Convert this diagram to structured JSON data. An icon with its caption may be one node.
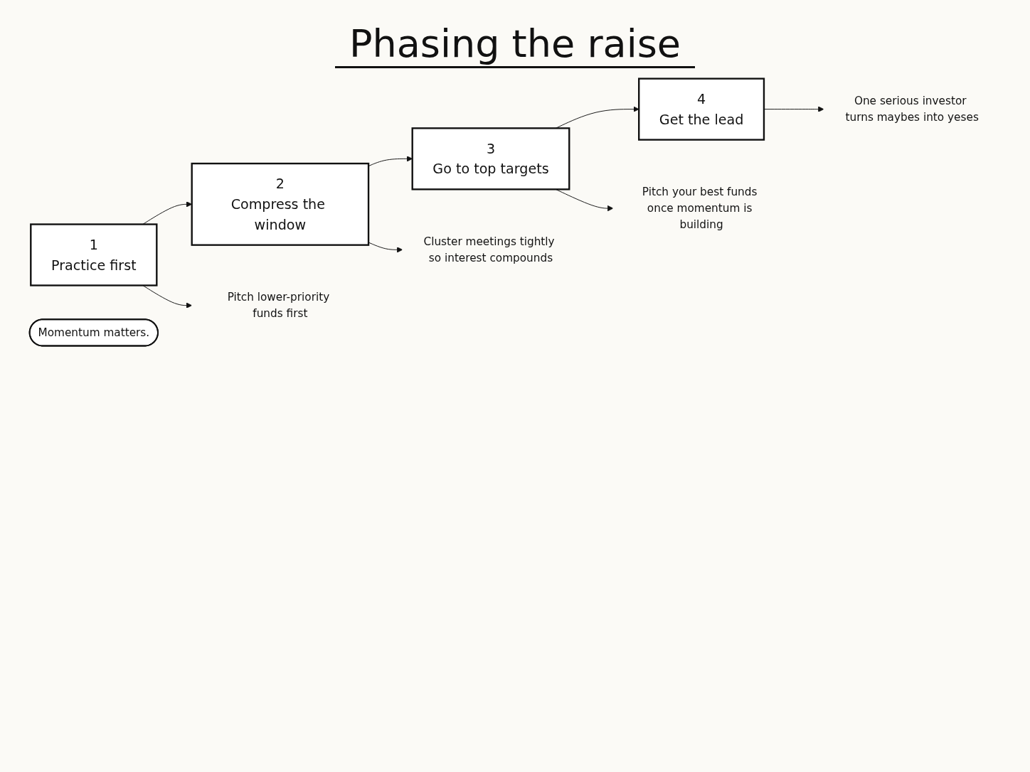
{
  "diagram": {
    "title": "Phasing the raise",
    "nodes": [
      {
        "text": [
          "1",
          "Practice first"
        ]
      },
      {
        "text": [
          "2",
          "Compress the window"
        ]
      },
      {
        "text": [
          "3",
          "Go to top targets"
        ]
      },
      {
        "text": [
          "4",
          "Get the lead"
        ]
      },
      {
        "text": [
          "Momentum matters."
        ]
      },
      {
        "text": [
          "Pitch lower-priority funds first"
        ]
      },
      {
        "text": [
          "Cluster meetings tightly so interest compounds"
        ]
      },
      {
        "text": [
          "Pitch your best funds once momentum is building"
        ]
      },
      {
        "text": [
          "One serious investor turns maybes into yeses"
        ]
      }
    ],
    "edges": [
      {
        "from": 0,
        "to": 1,
        "arrow": "to"
      },
      {
        "from": 1,
        "to": 2,
        "arrow": "to"
      },
      {
        "from": 2,
        "to": 3,
        "arrow": "to"
      },
      {
        "from": 0,
        "to": 5,
        "arrow": "to"
      },
      {
        "from": 1,
        "to": 6,
        "arrow": "to"
      },
      {
        "from": 2,
        "to": 7,
        "arrow": "to"
      },
      {
        "from": 3,
        "to": 8,
        "arrow": "to"
      }
    ]
  }
}
